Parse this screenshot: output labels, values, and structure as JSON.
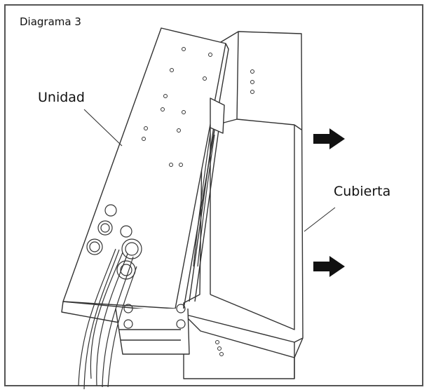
{
  "diagram": {
    "title": "Diagrama 3",
    "labels": {
      "unit": "Unidad",
      "cover": "Cubierta"
    },
    "arrows": {
      "count": 2,
      "direction": "right",
      "color": "#111111"
    },
    "line_color": "#333333",
    "frame_color": "#555555"
  }
}
